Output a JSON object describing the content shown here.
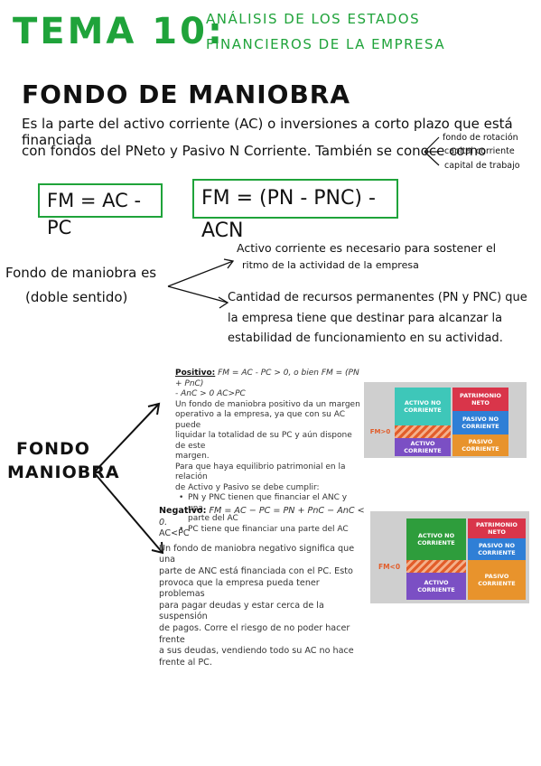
{
  "header": {
    "title": "TEMA 10:",
    "subtitle_line1": "ANÁLISIS DE LOS ESTADOS",
    "subtitle_line2": "FINANCIEROS DE LA EMPRESA"
  },
  "section": {
    "title": "FONDO DE MANIOBRA",
    "def_line1": "Es la parte del activo corriente (AC) o inversiones a corto plazo que está financiada",
    "def_line2": "con fondos del PNeto y Pasivo N Corriente. También se conoce como",
    "aliases": [
      "fondo de rotación",
      "capital corriente",
      "capital de trabajo"
    ],
    "formula1": "FM = AC - PC",
    "formula2": "FM = (PN - PNC) - ACN"
  },
  "dual": {
    "label_line1": "Fondo de maniobra es",
    "label_line2": "(doble sentido)",
    "upper_line1": "Activo corriente es necesario para sostener el",
    "upper_line2": "ritmo de la actividad de la empresa",
    "lower_line1": "Cantidad de recursos permanentes (PN y PNC) que",
    "lower_line2": "la empresa tiene que destinar para alcanzar la",
    "lower_line3": "estabilidad de funcionamiento en su actividad."
  },
  "fondo_label": {
    "line1": "FONDO",
    "line2": "MANIOBRA"
  },
  "positive": {
    "heading": "Positivo:",
    "formula_line1": " FM = AC - PC > 0, o bien FM = (PN + PnC)",
    "formula_line2": "- AnC > 0          AC>PC",
    "para1_lines": [
      "Un fondo de maniobra positivo da un margen",
      "operativo a la empresa, ya que con su AC puede",
      "liquidar la totalidad de su PC y aún dispone de este",
      "margen."
    ],
    "para2_lines": [
      "Para que haya equilibrio patrimonial en la relación",
      "de Activo y Pasivo se debe cumplir:"
    ],
    "bullet1_lines": [
      "PN y PNC tienen que financiar el ANC y una",
      "parte del AC"
    ],
    "bullet2": "PC tiene que financiar una parte del AC",
    "balance": {
      "anc": "ACTIVO NO CORRIENTE",
      "ac": "ACTIVO CORRIENTE",
      "pn": "PATRIMONIO NETO",
      "pnc": "PASIVO NO CORRIENTE",
      "pc": "PASIVO CORRIENTE",
      "fm": "FM>0"
    }
  },
  "negative": {
    "heading": "Negativo:",
    "formula_line1": " FM = AC − PC = PN + PnC − AnC < 0.",
    "formula_line2": "AC<PC",
    "para_lines": [
      "Un fondo de maniobra negativo significa que una",
      "parte de ANC está financiada con el PC. Esto",
      "provoca que la empresa pueda tener problemas",
      "para pagar deudas y estar cerca de la suspensión",
      "de pagos. Corre el riesgo de no poder hacer frente",
      "a sus deudas, vendiendo todo su AC no hace",
      "frente al PC."
    ],
    "balance": {
      "anc": "ACTIVO NO CORRIENTE",
      "ac": "ACTIVO CORRIENTE",
      "pn": "PATRIMONIO NETO",
      "pnc": "PASIVO NO CORRIENTE",
      "pc": "PASIVO CORRIENTE",
      "fm": "FM<0"
    }
  },
  "colors": {
    "accent_green": "#1fa33a",
    "teal": "#3ec7b9",
    "purple": "#7b4fc4",
    "red": "#d9354a",
    "blue": "#2f7fd6",
    "orange": "#e8932c",
    "dark_green": "#2e9d3c",
    "hatch": "#e25d2a"
  }
}
